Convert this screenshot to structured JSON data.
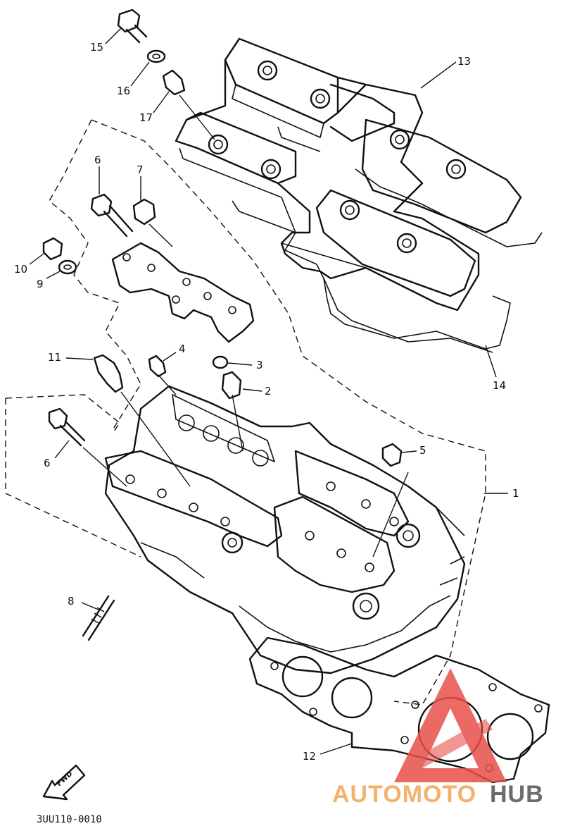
{
  "diagram": {
    "callouts": {
      "c1": "1",
      "c2": "2",
      "c3": "3",
      "c4": "4",
      "c5": "5",
      "c6a": "6",
      "c6b": "6",
      "c7": "7",
      "c8": "8",
      "c9": "9",
      "c10": "10",
      "c11": "11",
      "c12": "12",
      "c13": "13",
      "c14": "14",
      "c15": "15",
      "c16": "16",
      "c17": "17"
    },
    "part_code": "3UU110-0010",
    "fwd_label": "FWD"
  },
  "watermark": {
    "part1": "AUTOMOTO",
    "part2": "HUB",
    "colors": {
      "auto": "#f2b26b",
      "hub": "#6b6b6b",
      "logo": "#e8504a"
    }
  }
}
